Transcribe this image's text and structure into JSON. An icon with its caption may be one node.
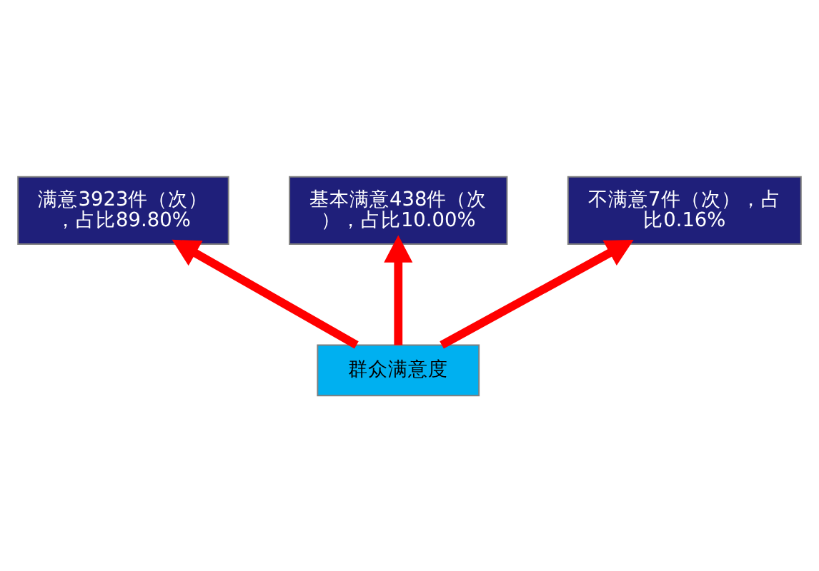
{
  "diagram": {
    "nodes": [
      {
        "text": [
          "满意3923件（次），占比89.80%"
        ]
      },
      {
        "text": [
          "基本满意438件（次），占比10.00%"
        ]
      },
      {
        "text": [
          "不满意7件（次），占比0.16%"
        ]
      },
      {
        "text": [
          "群众满意度"
        ]
      }
    ],
    "edges": [
      {
        "from": 3,
        "to": 0,
        "arrow": "to",
        "color": "#ff0000"
      },
      {
        "from": 3,
        "to": 1,
        "arrow": "to",
        "color": "#ff0000"
      },
      {
        "from": 3,
        "to": 2,
        "arrow": "to",
        "color": "#ff0000"
      }
    ]
  }
}
